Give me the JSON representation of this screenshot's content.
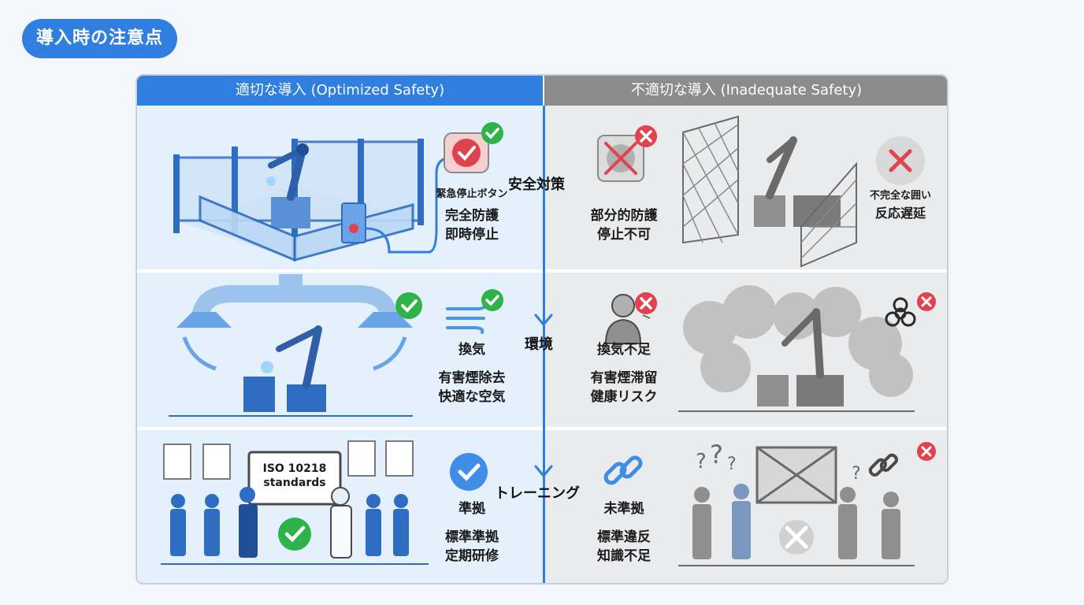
{
  "title": "導入時の注意点",
  "columns": {
    "good": "適切な導入 (Optimized Safety)",
    "bad": "不適切な導入 (Inadequate Safety)"
  },
  "sections": [
    "安全対策",
    "環境",
    "トレーニング"
  ],
  "good": {
    "safety": {
      "button_label": "緊急停止ボタン",
      "line1": "完全防護",
      "line2": "即時停止"
    },
    "environment": {
      "heading": "換気",
      "line1": "有害煙除去",
      "line2": "快適な空気"
    },
    "training": {
      "board_line1": "ISO 10218",
      "board_line2": "standards",
      "heading": "準拠",
      "line1": "標準準拠",
      "line2": "定期研修"
    }
  },
  "bad": {
    "safety": {
      "line1": "部分的防護",
      "line2": "停止不可",
      "note1": "不完全な囲い",
      "note2": "反応遅延"
    },
    "environment": {
      "heading": "換気不足",
      "line1": "有害煙滞留",
      "line2": "健康リスク"
    },
    "training": {
      "heading": "未準拠",
      "line1": "標準違反",
      "line2": "知識不足"
    }
  },
  "colors": {
    "good": "#2f7ee0",
    "bad": "#8c8c8c",
    "check": "#2db34a",
    "cross": "#e0434f"
  }
}
